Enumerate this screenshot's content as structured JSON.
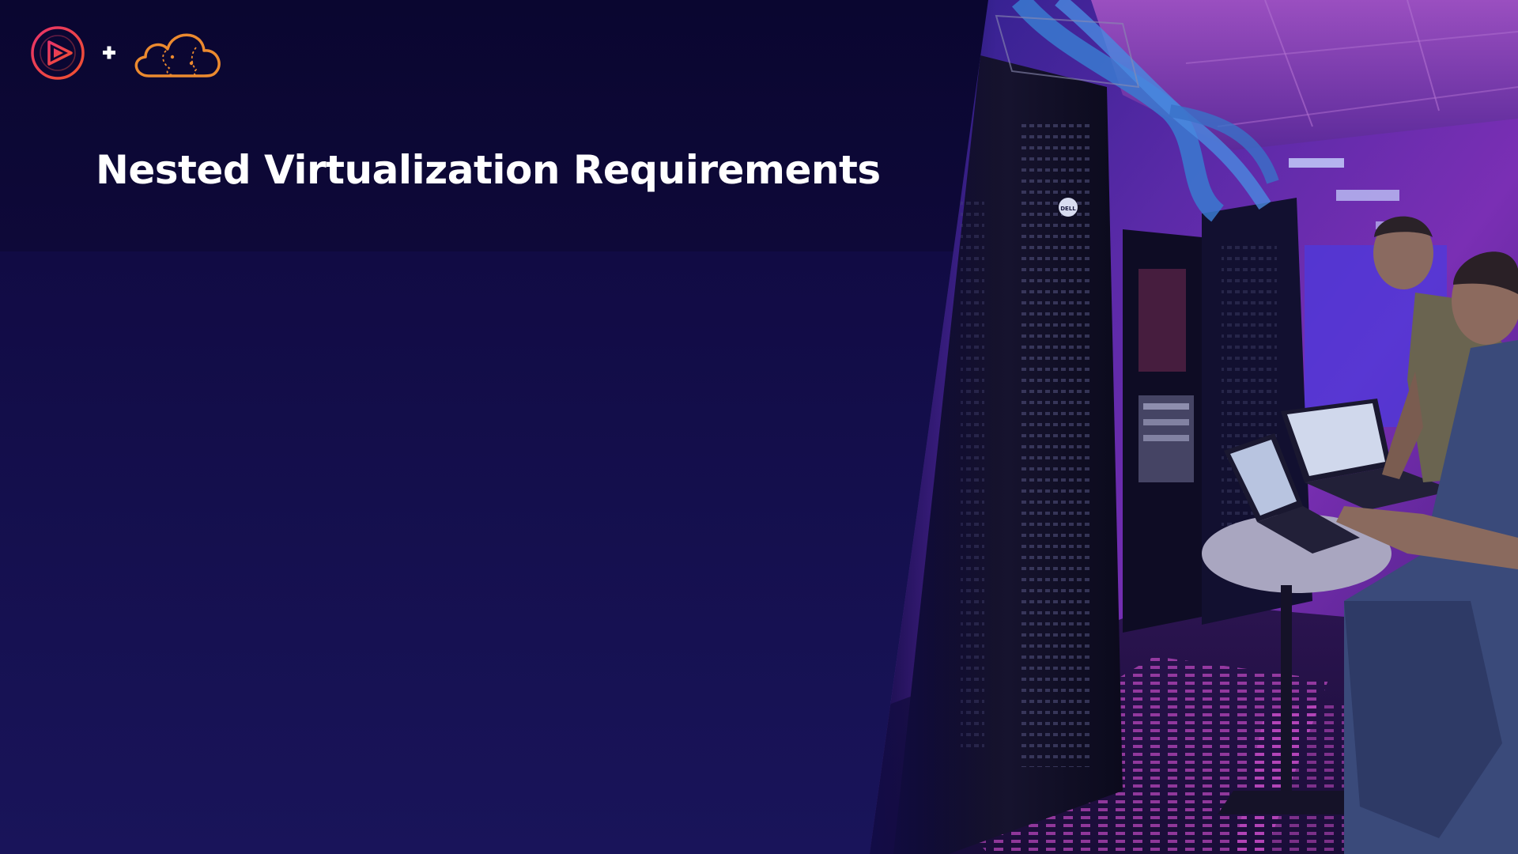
{
  "slide": {
    "title": "Nested Virtualization Requirements"
  },
  "brand": {
    "icons": [
      "play-logo-icon",
      "plus-icon",
      "cloud-brain-logo-icon"
    ],
    "colors": {
      "background_top": "#0c0733",
      "background_bottom": "#19145a",
      "logo_gradient_start": "#e8336a",
      "logo_gradient_end": "#f0522e",
      "cloud_logo": "#ec8a2f",
      "title_text": "#ffffff"
    }
  },
  "image": {
    "subject": "server-room-photo",
    "rack_brand_badge": "DELL"
  }
}
